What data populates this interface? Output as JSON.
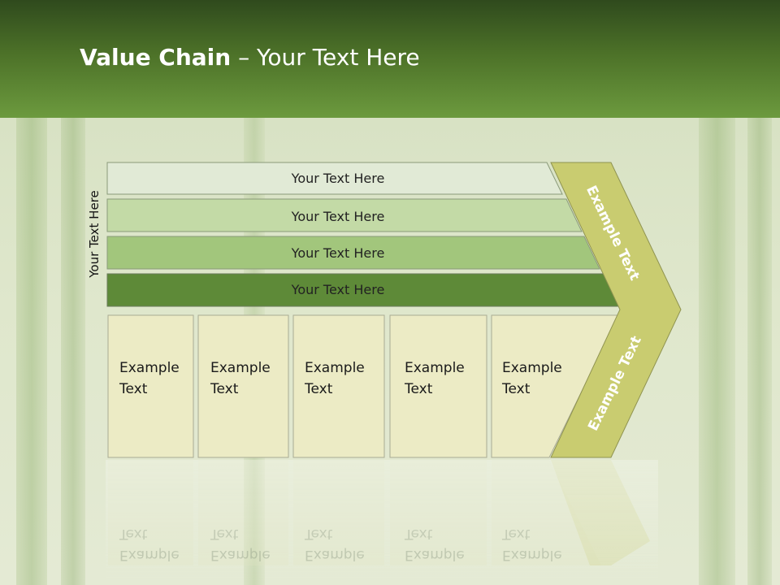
{
  "slide": {
    "title_bold": "Value Chain",
    "title_rest": " – Your Text Here",
    "side_label": "Your Text Here"
  },
  "bars": [
    {
      "label": "Your Text Here",
      "color": "#e1ead6"
    },
    {
      "label": "Your Text Here",
      "color": "#c3daa6"
    },
    {
      "label": "Your Text Here",
      "color": "#a2c67c"
    },
    {
      "label": "Your Text Here",
      "color": "#5e8a38"
    }
  ],
  "cards": [
    {
      "line1": "Example",
      "line2": "Text"
    },
    {
      "line1": "Example",
      "line2": "Text"
    },
    {
      "line1": "Example",
      "line2": "Text"
    },
    {
      "line1": "Example",
      "line2": "Text"
    },
    {
      "line1": "Example",
      "line2": "Text"
    }
  ],
  "chevron": {
    "upper_label": "Example Text",
    "lower_label": "Example Text",
    "color": "#c9cc70"
  },
  "colors": {
    "card_fill": "#ecebc5",
    "header_dark": "#2f4a1d",
    "header_light": "#6c9a3e"
  }
}
